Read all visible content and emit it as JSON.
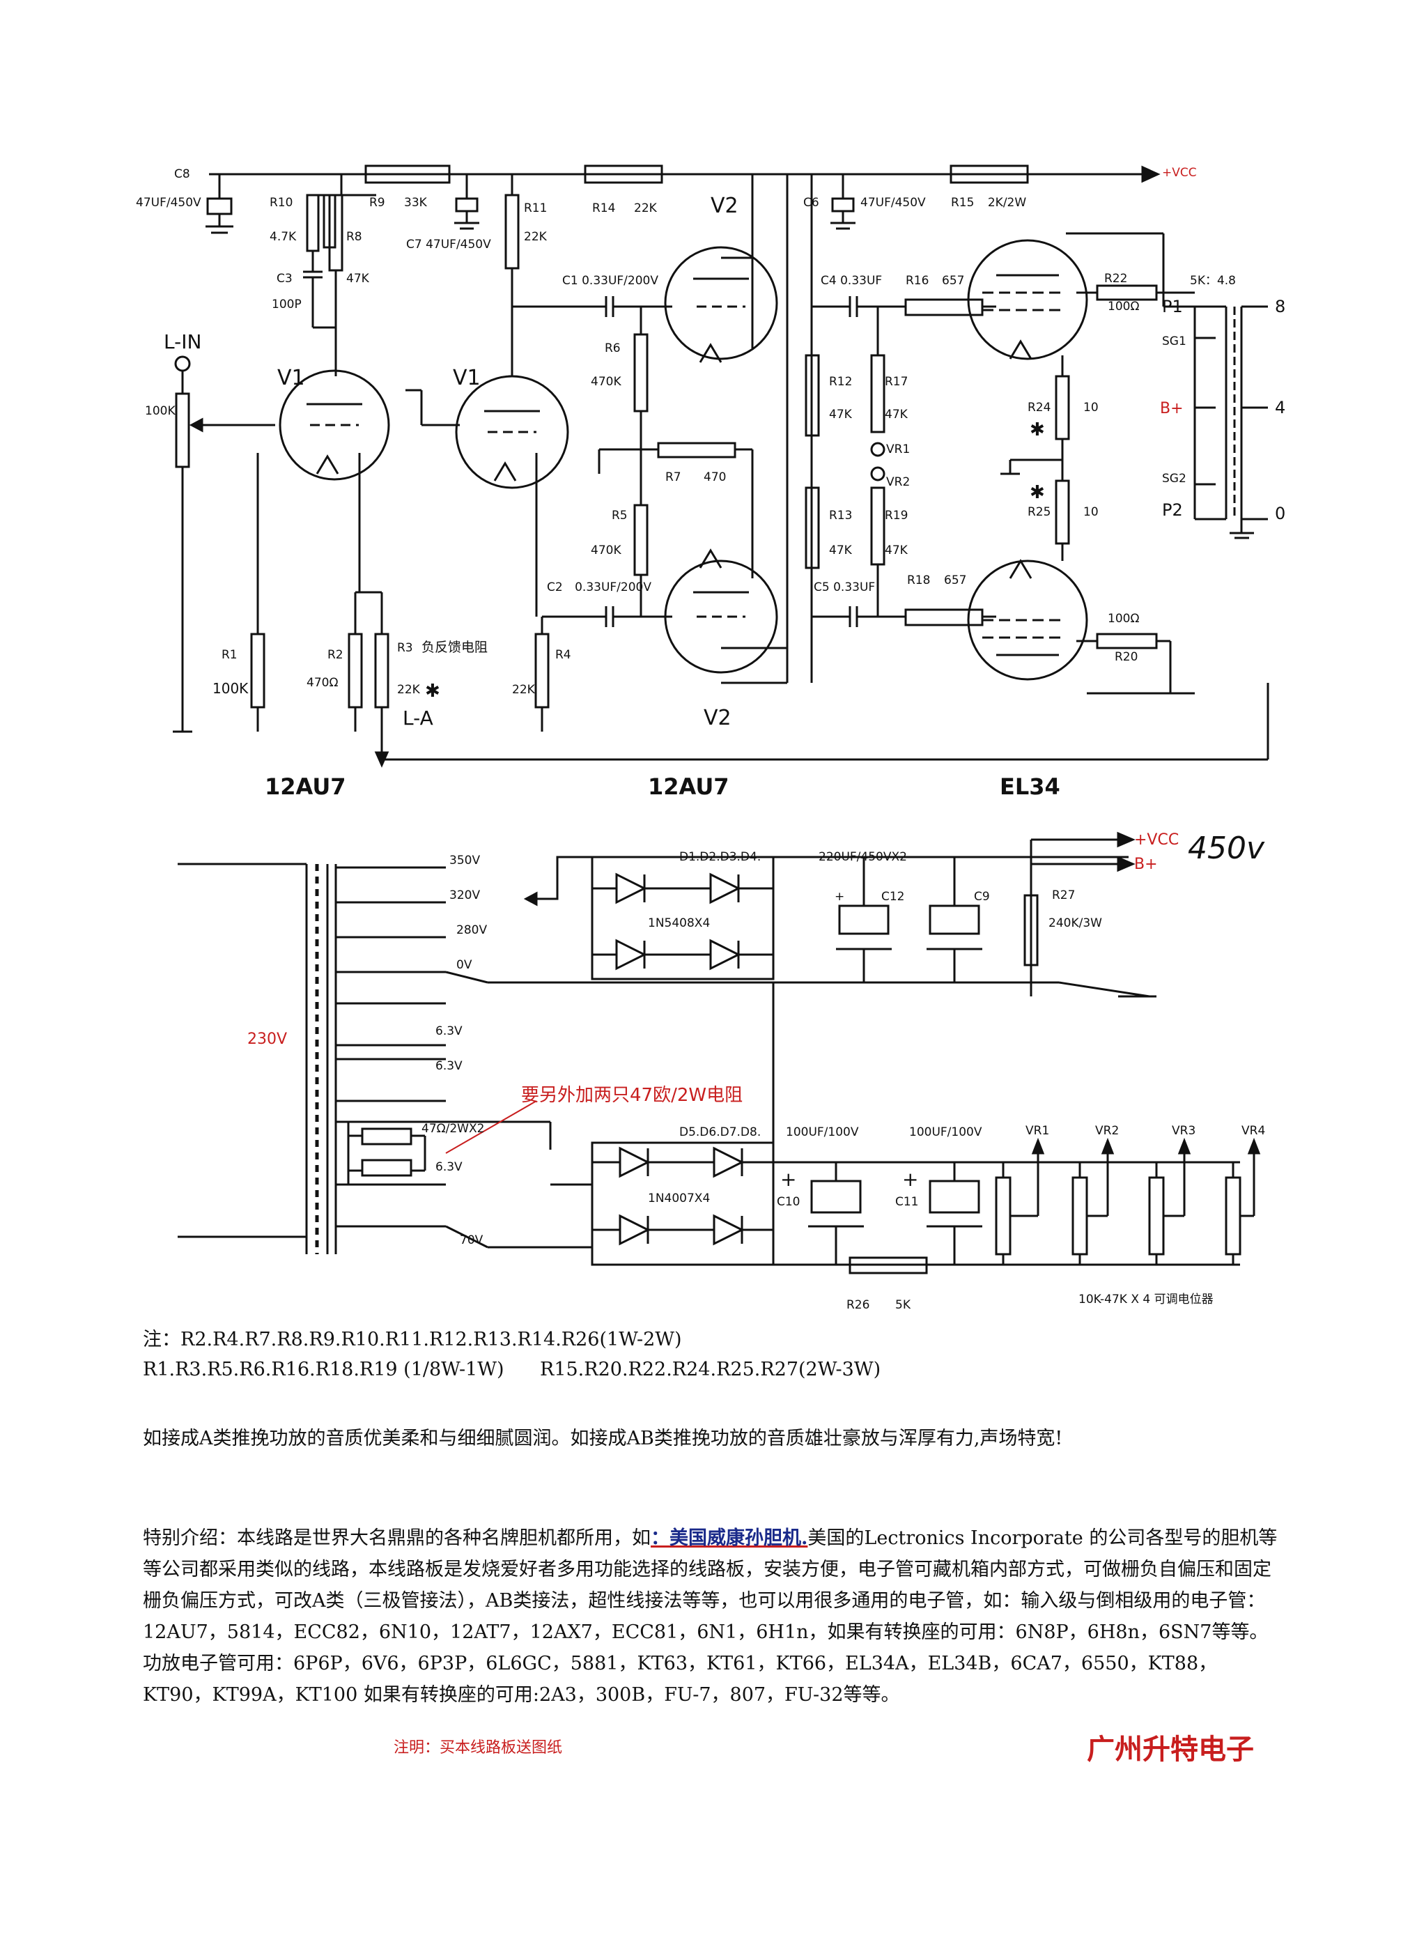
{
  "schematic": {
    "tube_labels": [
      "12AU7",
      "12AU7",
      "EL34"
    ],
    "v_labels": [
      "V1",
      "V1",
      "V2",
      "V2"
    ],
    "input_label": "L-IN",
    "feedback_label": "L-A",
    "vcc_label": "+VCC",
    "c8": {
      "name": "C8",
      "value": "47UF/450V"
    },
    "r10": {
      "name": "R10",
      "value": "4.7K"
    },
    "r8": {
      "name": "R8",
      "value": "47K"
    },
    "c3": {
      "name": "C3",
      "value": "100P"
    },
    "r9": {
      "name": "R9",
      "value": "33K"
    },
    "c7": {
      "name": "C7",
      "value": "47UF/450V"
    },
    "r11": {
      "name": "R11",
      "value": "22K"
    },
    "r14": {
      "name": "R14",
      "value": "22K"
    },
    "c6": {
      "name": "C6",
      "value": "47UF/450V"
    },
    "r15": {
      "name": "R15",
      "value": "2K/2W"
    },
    "c1": {
      "name": "C1",
      "value": "0.33UF/200V"
    },
    "c4": {
      "name": "C4",
      "value": "0.33UF"
    },
    "r16": {
      "name": "R16",
      "value": "657"
    },
    "r22": {
      "name": "R22",
      "value": "100Ω"
    },
    "transformer_ratio": "5K：4.8",
    "taps": {
      "p1": "P1",
      "sg1": "SG1",
      "bplus": "B+",
      "sg2": "SG2",
      "p2": "P2",
      "t8": "8",
      "t4": "4",
      "t0": "0"
    },
    "pot_100k": "100K",
    "r6": {
      "name": "R6",
      "value": "470K"
    },
    "r7": {
      "name": "R7",
      "value": "470"
    },
    "r5": {
      "name": "R5",
      "value": "470K"
    },
    "r12": {
      "name": "R12",
      "value": "47K"
    },
    "r17": {
      "name": "R17",
      "value": "47K"
    },
    "vr1": "VR1",
    "vr2": "VR2",
    "r13": {
      "name": "R13",
      "value": "47K"
    },
    "r19": {
      "name": "R19",
      "value": "47K"
    },
    "r24": {
      "name": "R24",
      "value": "10"
    },
    "r25": {
      "name": "R25",
      "value": "10"
    },
    "c2": {
      "name": "C2",
      "value": "0.33UF/200V"
    },
    "c5": {
      "name": "C5",
      "value": "0.33UF"
    },
    "r18": {
      "name": "R18",
      "value": "657"
    },
    "r20": {
      "name": "R20",
      "value": "100Ω"
    },
    "r1": {
      "name": "R1",
      "value": "100K"
    },
    "r2": {
      "name": "R2",
      "value": "470Ω"
    },
    "r3": {
      "name": "R3",
      "value": "22K",
      "note": "负反馈电阻"
    },
    "r4": {
      "name": "R4",
      "value": "22K"
    },
    "asterisk": "✱"
  },
  "power_supply": {
    "primary": "230V",
    "taps": [
      "350V",
      "320V",
      "280V",
      "0V",
      "6.3V",
      "6.3V",
      "6.3V",
      "70V"
    ],
    "heater_res": "47Ω/2WX2",
    "note_red": "要另外加两只47欧/2W电阻",
    "bridge1": {
      "name": "D1.D2.D3.D4.",
      "part": "1N5408X4"
    },
    "cap_main": "220UF/450VX2",
    "c12": "C12",
    "c9": "C9",
    "plus": "+",
    "r27": {
      "name": "R27",
      "value": "240K/3W"
    },
    "vcc": "+VCC",
    "bplus": "B+",
    "handwritten": "450v",
    "bridge2": {
      "name": "D5.D6.D7.D8.",
      "part": "1N4007X4"
    },
    "c10": {
      "name": "C10",
      "value": "100UF/100V"
    },
    "c11": {
      "name": "C11",
      "value": "100UF/100V"
    },
    "vr": [
      "VR1",
      "VR2",
      "VR3",
      "VR4"
    ],
    "r26": {
      "name": "R26",
      "value": "5K"
    },
    "pots_note": "10K-47K X 4 可调电位器"
  },
  "notes": {
    "line1": "注：R2.R4.R7.R8.R9.R10.R11.R12.R13.R14.R26(1W-2W)",
    "line2a": "R1.R3.R5.R6.R16.R18.R19 (1/8W-1W)",
    "line2b": "R15.R20.R22.R24.R25.R27(2W-3W)",
    "sound": "如接成A类推挽功放的音质优美柔和与细细腻圆润。如接成AB类推挽功放的音质雄壮豪放与浑厚有力,声场特宽!",
    "intro_start": "特别介绍：本线路是世界大名鼎鼎的各种名牌胆机都所用，如",
    "intro_link": "：美国威康孙胆机.",
    "intro_rest": "美国的Lectronics   Incorporate 的公司各型号的胆机等等公司都采用类似的线路，本线路板是发烧爱好者多用功能选择的线路板，安装方便，电子管可藏机箱内部方式，可做栅负自偏压和固定栅负偏压方式，可改A类（三极管接法），AB类接法，超性线接法等等，也可以用很多通用的电子管，如：输入级与倒相级用的电子管：12AU7，5814，ECC82，6N10，12AT7，12AX7，ECC81，6N1，6H1n，如果有转换座的可用：6N8P，6H8n，6SN7等等。功放电子管可用：6P6P，6V6，6P3P，6L6GC，5881，KT63，KT61，KT66，EL34A，EL34B，6CA7，6550，KT88，KT90，KT99A，KT100 如果有转换座的可用:2A3，300B，FU-7，807，FU-32等等。",
    "remark": "注明：买本线路板送图纸",
    "brand": "广州升特电子"
  }
}
